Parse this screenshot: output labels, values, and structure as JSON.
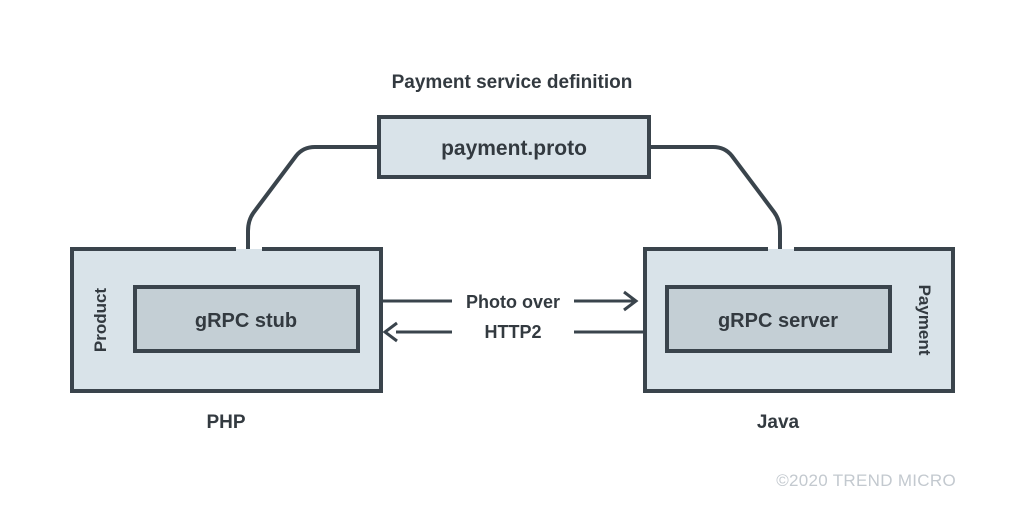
{
  "diagram": {
    "title": "Payment service definition",
    "background_color": "#ffffff",
    "outline_color": "#3a444c",
    "outer_box_color": "#d9e3e9",
    "inner_box_color": "#c4cfd5",
    "definition_box": {
      "label": "payment.proto"
    },
    "left_service": {
      "side_label": "Product",
      "inner_label": "gRPC stub",
      "footer_label": "PHP"
    },
    "right_service": {
      "side_label": "Payment",
      "inner_label": "gRPC server",
      "footer_label": "Java"
    },
    "transport": {
      "line1": "Photo over",
      "line2": "HTTP2"
    },
    "copyright": "©2020 TREND MICRO"
  }
}
